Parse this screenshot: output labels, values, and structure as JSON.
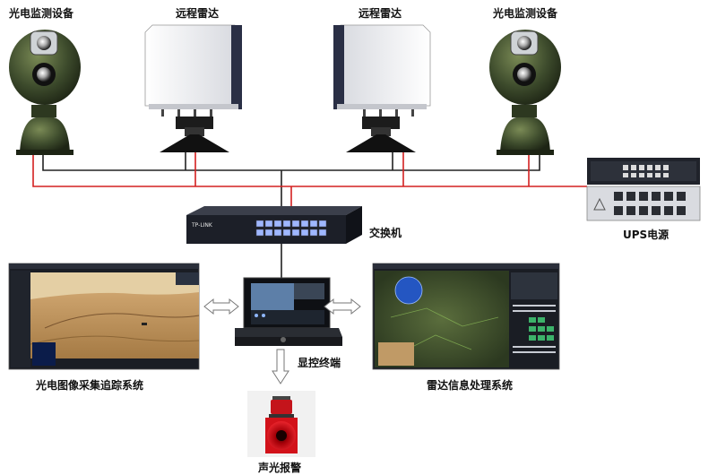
{
  "labels": {
    "eo_left": "光电监测设备",
    "radar_left": "远程雷达",
    "radar_right": "远程雷达",
    "eo_right": "光电监测设备",
    "switch": "交换机",
    "ups": "UPS电源",
    "display_terminal": "显控终端",
    "eo_system": "光电图像采集追踪系统",
    "radar_system": "雷达信息处理系统",
    "alarm": "声光报警"
  },
  "device_text": {
    "switch_brand": "TP-LINK"
  },
  "colors": {
    "power_line": "#d42020",
    "network_line": "#222222",
    "eo_body": "#3b4a2c",
    "radar_panel": "#eeeff3",
    "radar_frame": "#2a2f45",
    "switch_body": "#1c1f28",
    "switch_port": "#9fb7ff",
    "ups_body": "#d9dbe0",
    "alarm_red": "#d2121a",
    "arrow": "#777777"
  }
}
